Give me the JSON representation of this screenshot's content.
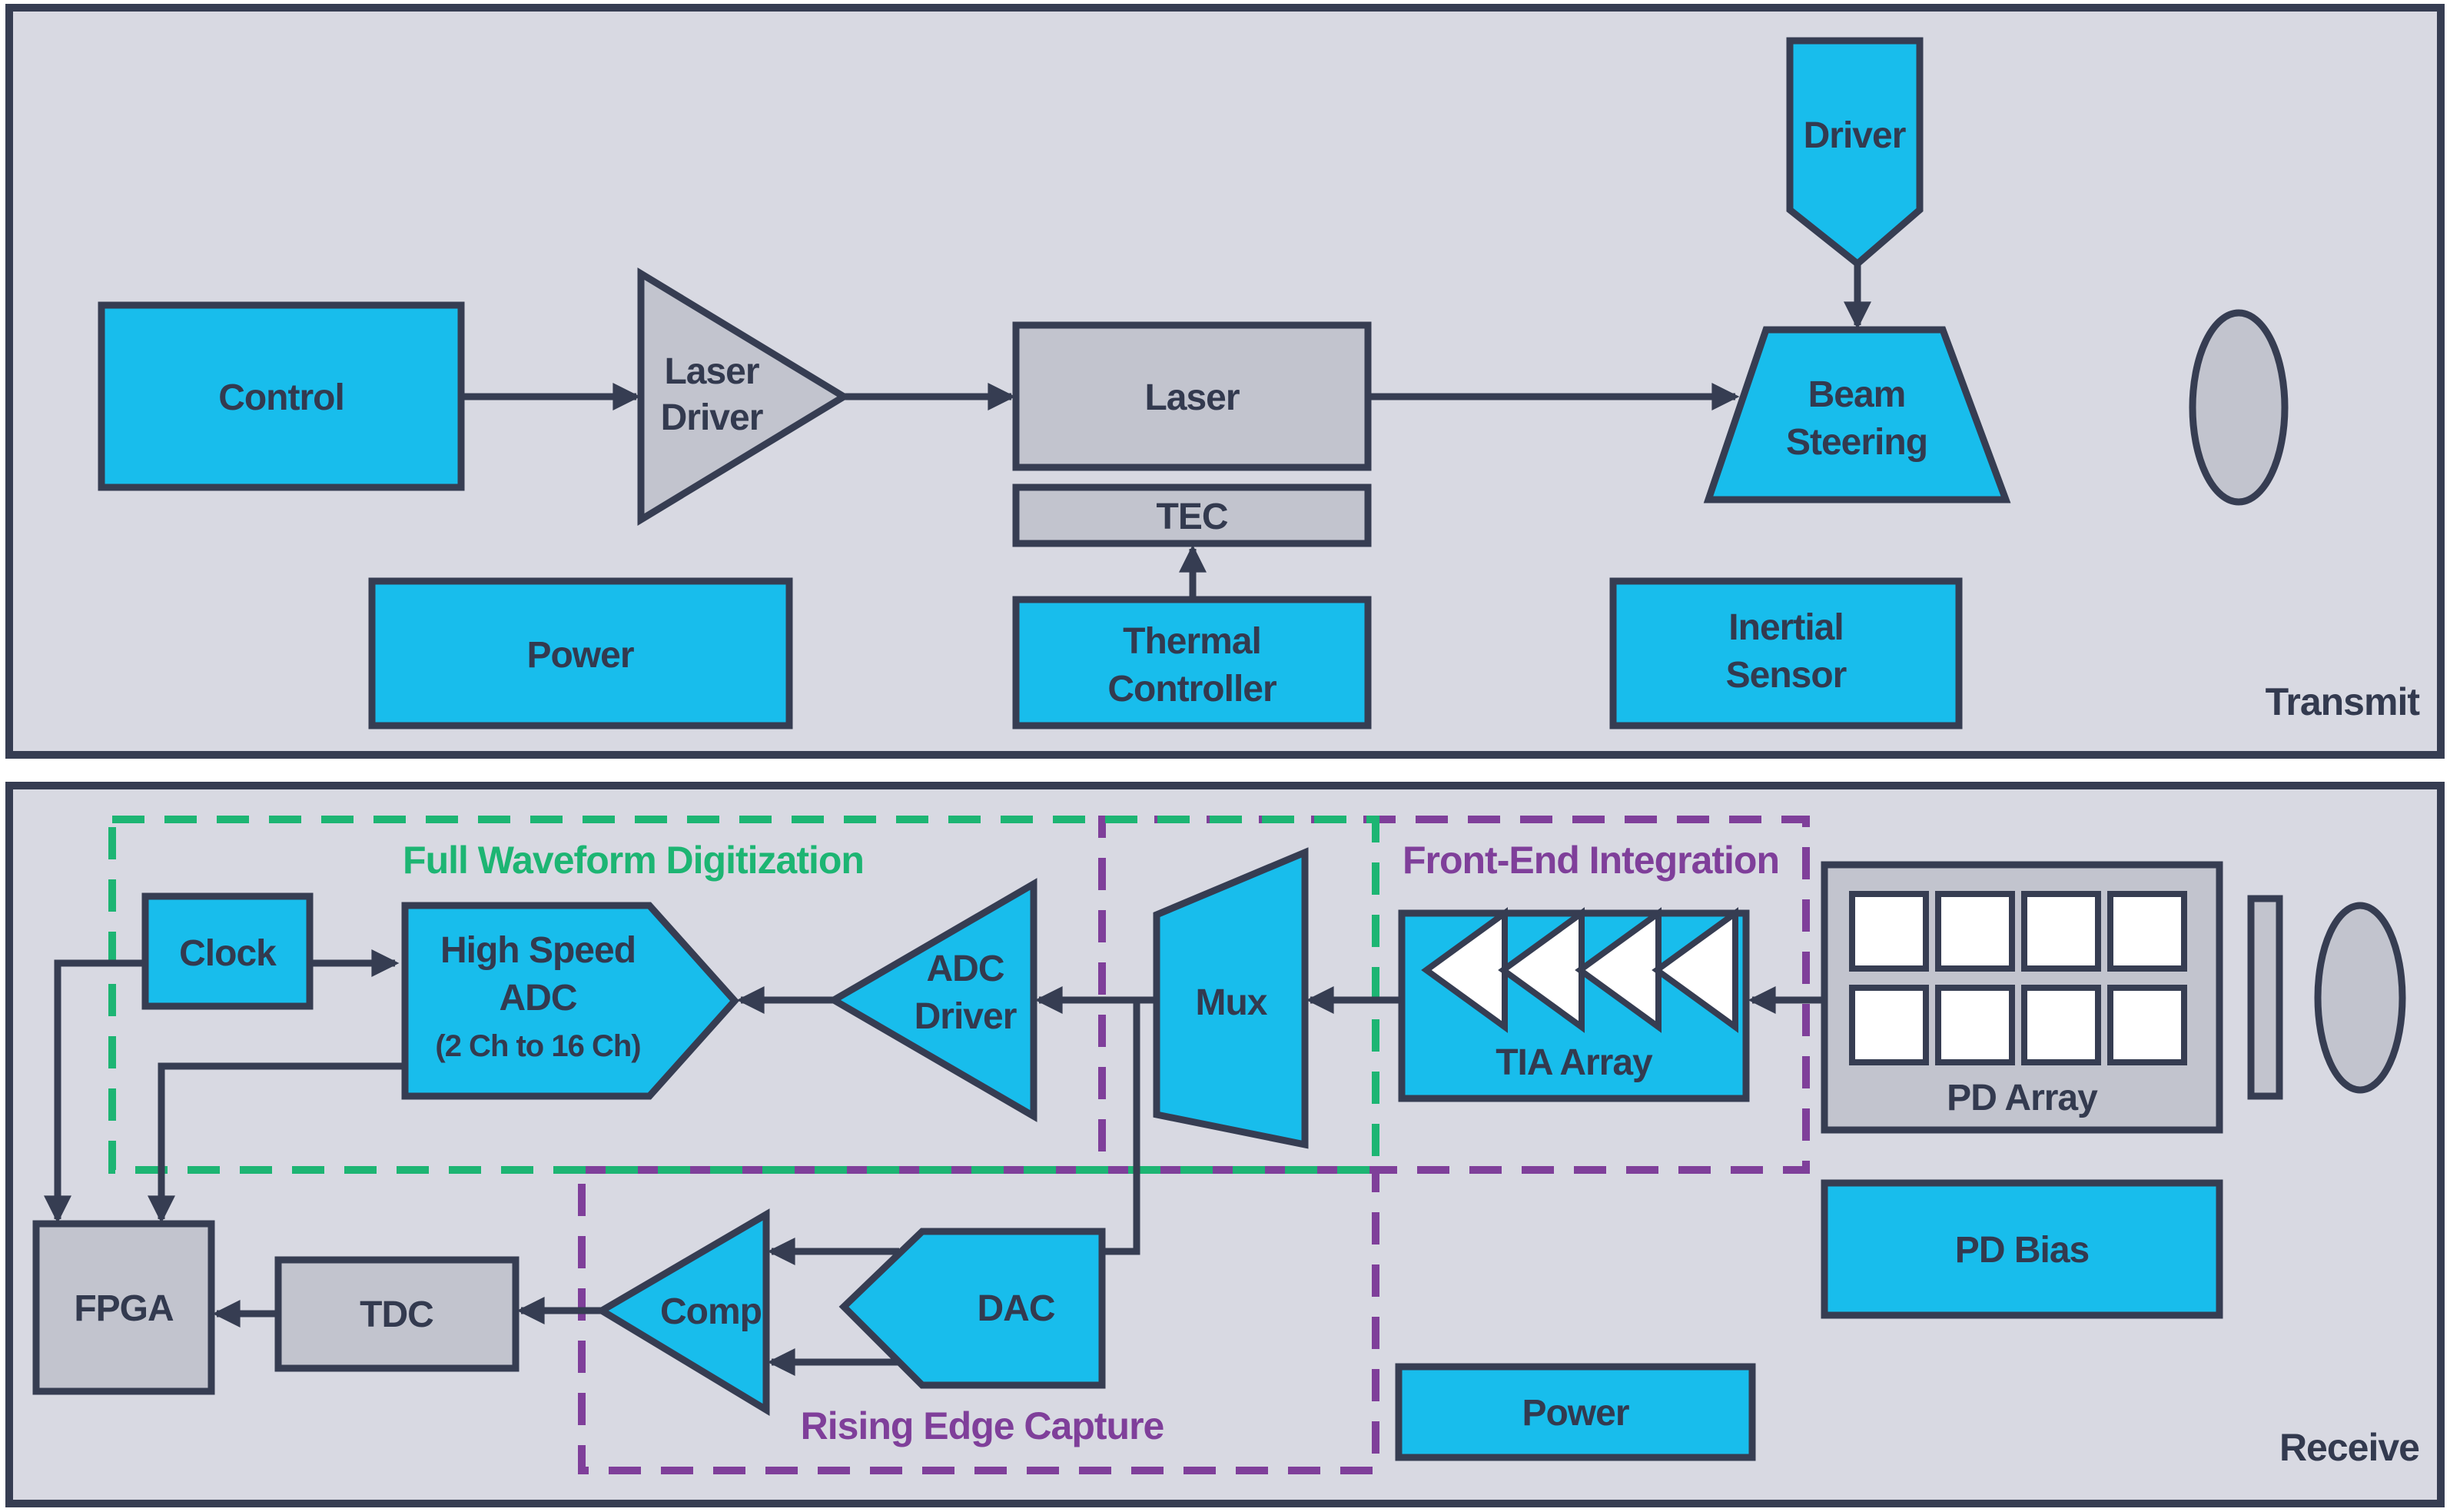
{
  "colors": {
    "cyan": "#18BDEC",
    "gray_shape": "#C2C4CE",
    "dark": "#363D52",
    "panel_bg": "#D8D9E2",
    "green": "#1DB573",
    "purple": "#7F3F9A"
  },
  "transmit": {
    "panel_label": "Transmit",
    "control": "Control",
    "laser_driver": [
      "Laser",
      "Driver"
    ],
    "laser": "Laser",
    "tec": "TEC",
    "thermal_controller": [
      "Thermal",
      "Controller"
    ],
    "power": "Power",
    "driver": "Driver",
    "beam_steering": [
      "Beam",
      "Steering"
    ],
    "inertial_sensor": [
      "Inertial",
      "Sensor"
    ]
  },
  "receive": {
    "panel_label": "Receive",
    "groups": {
      "full_waveform_digitization": "Full Waveform Digitization",
      "front_end_integration": "Front-End Integration",
      "rising_edge_capture": "Rising Edge Capture"
    },
    "clock": "Clock",
    "high_speed_adc": [
      "High Speed",
      "ADC",
      "(2 Ch to 16 Ch)"
    ],
    "adc_driver": [
      "ADC",
      "Driver"
    ],
    "mux": "Mux",
    "tia_array": "TIA Array",
    "pd_array": "PD Array",
    "pd_bias": "PD Bias",
    "power": "Power",
    "fpga": "FPGA",
    "tdc": "TDC",
    "comp": "Comp",
    "dac": "DAC"
  }
}
